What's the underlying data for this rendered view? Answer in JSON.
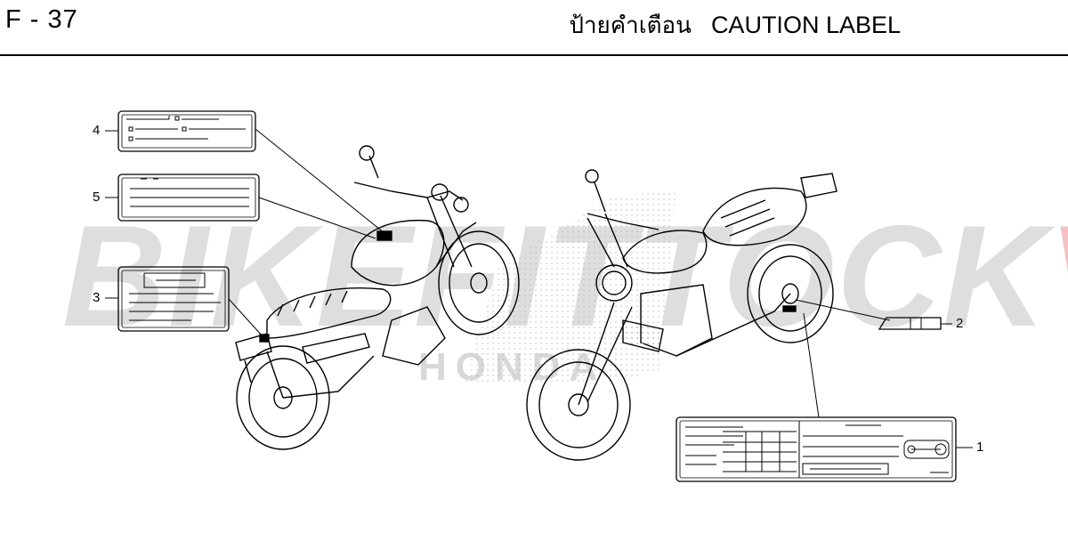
{
  "header": {
    "page_code": "F - 37",
    "title_thai": "ป้ายคำเตือน",
    "title_en": "CAUTION LABEL"
  },
  "watermark": {
    "text_main": "BIKEFITTOCK",
    "text_accent": "VN",
    "sub_text": "HONDA",
    "accent_color": "#e0232b"
  },
  "callouts": [
    {
      "id": "1",
      "label": "1"
    },
    {
      "id": "2",
      "label": "2"
    },
    {
      "id": "3",
      "label": "3"
    },
    {
      "id": "4",
      "label": "4"
    },
    {
      "id": "5",
      "label": "5"
    }
  ]
}
